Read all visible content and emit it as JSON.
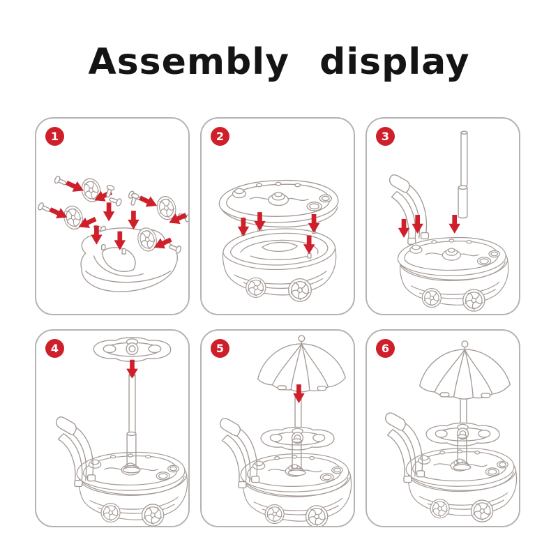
{
  "title": "Assembly display",
  "colors": {
    "accent_red": "#ce1f2a",
    "line_art_gray": "#a49b96",
    "panel_border": "#b3b3b3",
    "title_color": "#141414",
    "background": "#ffffff"
  },
  "steps": [
    {
      "number": "1",
      "illustration": "exploded-wheels-and-axle-pins-onto-cart-base"
    },
    {
      "number": "2",
      "illustration": "top-deck-lowered-onto-wheeled-base"
    },
    {
      "number": "3",
      "illustration": "push-handle-and-center-pole-inserted-into-deck"
    },
    {
      "number": "4",
      "illustration": "serving-tray-lowered-onto-center-pole"
    },
    {
      "number": "5",
      "illustration": "umbrella-canopy-lowered-onto-center-pole"
    },
    {
      "number": "6",
      "illustration": "completed-cart"
    }
  ]
}
